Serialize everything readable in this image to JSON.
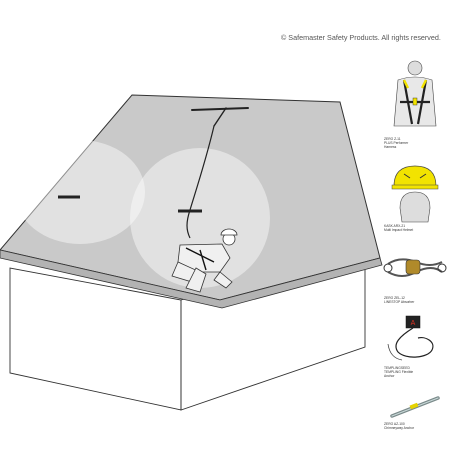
{
  "copyright": "© Safemaster Safety Products. All rights reserved.",
  "products": [
    {
      "icon": "harness-icon",
      "code": "ZERO Z-11",
      "name": "PLUS Performer",
      "kind": "Harness"
    },
    {
      "icon": "helmet-icon",
      "code": "KASK ARX-21",
      "name": "Multi Impact Helmet",
      "kind": ""
    },
    {
      "icon": "lanyard-icon",
      "code": "ZERO ZEL-12",
      "name": "LINESTOP Absorber",
      "kind": ""
    },
    {
      "icon": "anchor-strap-icon",
      "code": "TEMPLINGSEED",
      "name": "TEMPLING Flexible",
      "kind": "Anchor"
    },
    {
      "icon": "ridge-anchor-icon",
      "code": "ZERO AZ-100",
      "name": "Chimneyway Anchor",
      "kind": ""
    }
  ],
  "colors": {
    "roof": "#c9c9c9",
    "roof_edge": "#b3b3b3",
    "line": "#222222",
    "helmet_yellow": "#f2e300"
  }
}
